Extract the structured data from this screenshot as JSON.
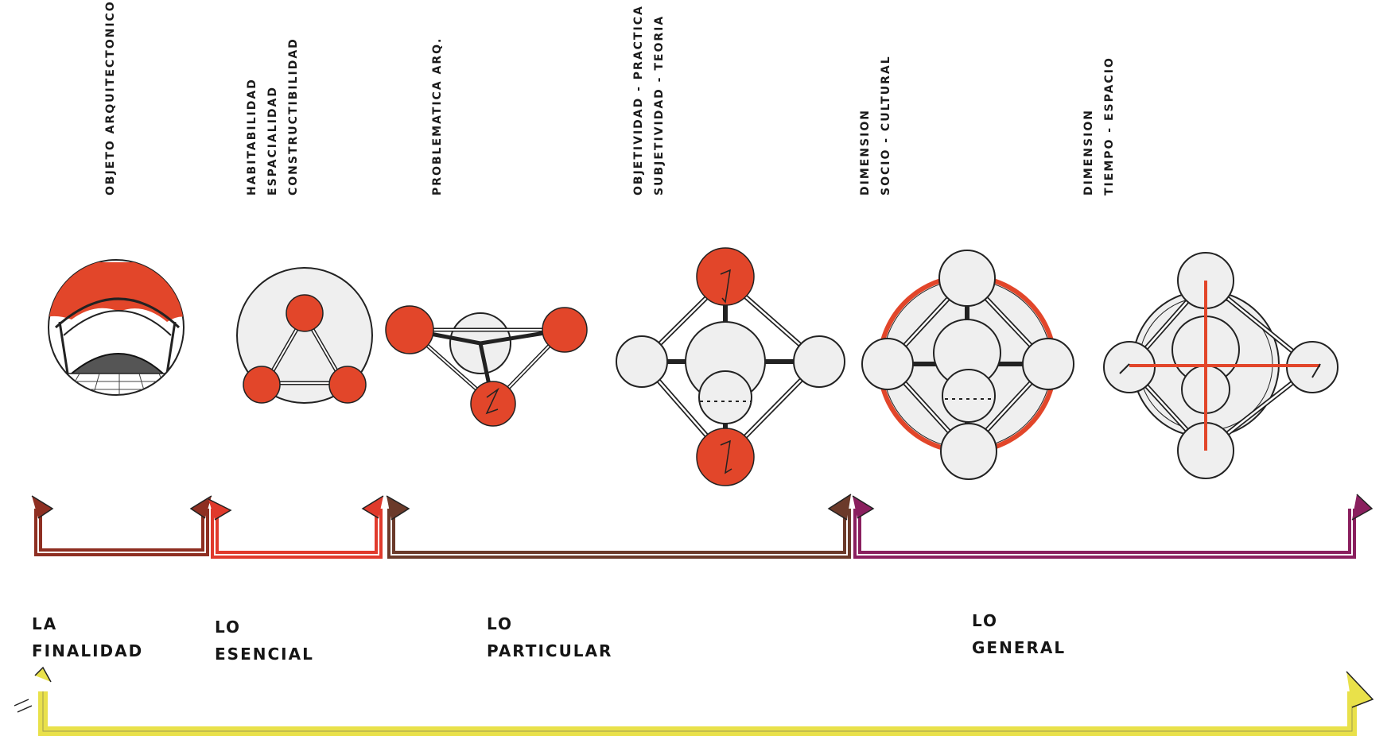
{
  "colors": {
    "red": "#e2462a",
    "white_node": "#efefef",
    "ink": "#1e1e1e",
    "bracket_finalidad": "#8e2f22",
    "bracket_esencial": "#e03a2c",
    "bracket_particular": "#6b3a2a",
    "bracket_general": "#8a1f5e",
    "bracket_yellow": "#e9e14a"
  },
  "stages": [
    {
      "id": "objeto",
      "lines": [
        "OBJETO ARQUITECTONICO"
      ]
    },
    {
      "id": "habitabilidad",
      "lines": [
        "HABITABILIDAD",
        "ESPACIALIDAD",
        "CONSTRUCTIBILIDAD"
      ]
    },
    {
      "id": "problematica",
      "lines": [
        "PROBLEMATICA   ARQ."
      ]
    },
    {
      "id": "objetividad",
      "lines": [
        "OBJETIVIDAD - PRACTICA",
        "SUBJETIVIDAD - TEORIA"
      ]
    },
    {
      "id": "socio",
      "lines": [
        "DIMENSION",
        "SOCIO - CULTURAL"
      ]
    },
    {
      "id": "tiempo",
      "lines": [
        "DIMENSION",
        "TIEMPO - ESPACIO"
      ]
    }
  ],
  "categories": [
    {
      "id": "finalidad",
      "line1": "LA",
      "line2": "FINALIDAD"
    },
    {
      "id": "esencial",
      "line1": "LO",
      "line2": "ESENCIAL"
    },
    {
      "id": "particular",
      "line1": "LO",
      "line2": "PARTICULAR"
    },
    {
      "id": "general",
      "line1": "LO",
      "line2": "GENERAL"
    }
  ],
  "icons": {
    "objeto": "building-canopy-icon",
    "habitabilidad": "triangle-of-three-nodes-icon",
    "problematica": "tetrahedron-nodes-icon",
    "objetividad": "octahedron-nodes-icon",
    "socio": "ringed-octahedron-icon",
    "tiempo": "cross-axis-octahedron-icon"
  }
}
